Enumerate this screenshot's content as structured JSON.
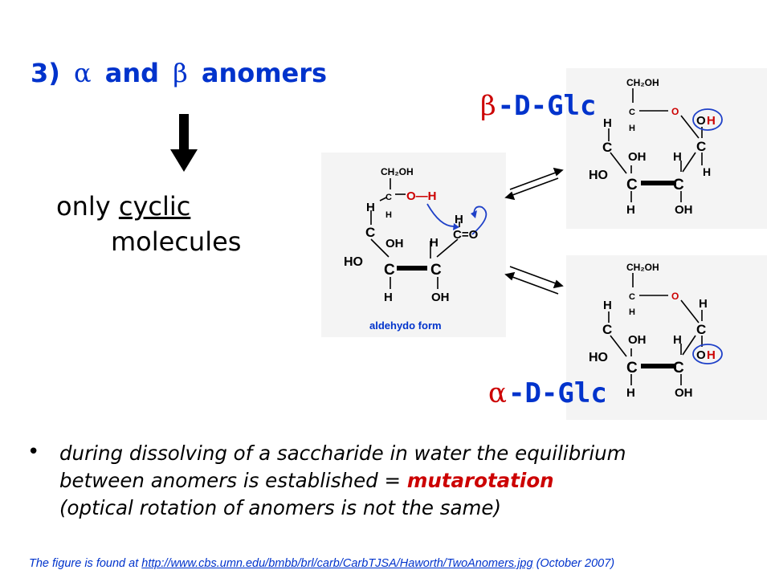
{
  "heading": {
    "number": "3)",
    "alpha": "α",
    "and": "and",
    "beta": "β",
    "rest": "anomers"
  },
  "note": {
    "prefix": "only",
    "cyclic": "cyclic",
    "line2": "molecules"
  },
  "labels": {
    "beta_symbol": "β",
    "beta_name": "-D-Glc",
    "alpha_symbol": "α",
    "alpha_name": "-D-Glc"
  },
  "structures": {
    "ch2oh": "CH₂OH",
    "c": "C",
    "h": "H",
    "o": "O",
    "oh": "OH",
    "ho": "HO",
    "oh_red_o": "O",
    "oh_red_h": "H",
    "c_double_o": "C=O",
    "aldehyde_o_h": "O—H",
    "aldehyde_caption": "aldehydo form"
  },
  "bullet_text": {
    "bullet": "•",
    "line1": "during dissolving of a saccharide in water the equilibrium",
    "line2_a": "between anomers is established = ",
    "line2_em": "mutarotation",
    "line3": "(optical rotation of anomers is not the same)"
  },
  "footer": {
    "prefix": "The figure is found at ",
    "link": "http://www.cbs.umn.edu/bmbb/brl/carb/CarbTJSA/Haworth/TwoAnomers.jpg",
    "suffix": " (October 2007)"
  },
  "colors": {
    "heading": "#0033cc",
    "emphasis": "#cc0000",
    "ring_oxygen": "#cc0000",
    "highlight_circle": "#1e40c8"
  }
}
